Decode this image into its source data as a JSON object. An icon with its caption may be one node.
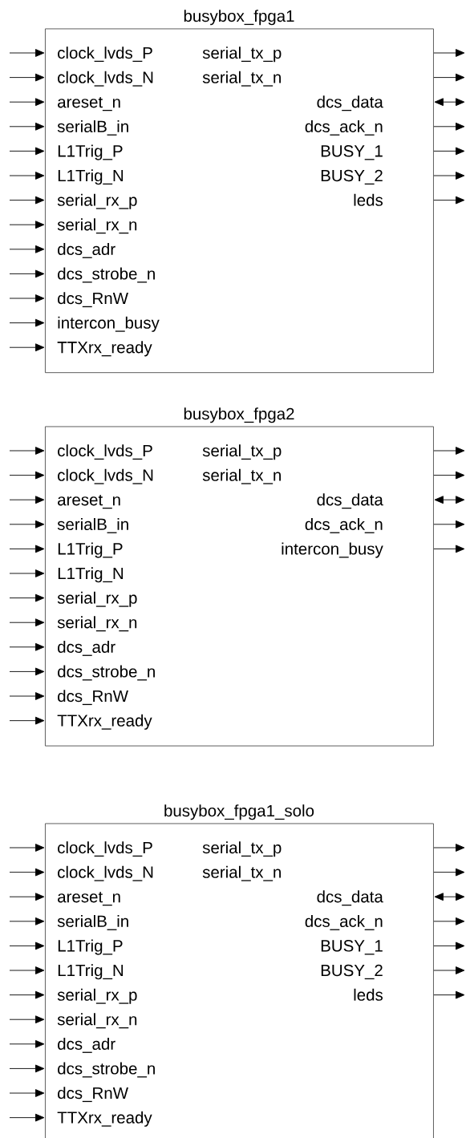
{
  "diagram": {
    "nodes": [
      {
        "text": [
          "busybox_fpga1",
          "clock_lvds_P",
          "clock_lvds_N",
          "areset_n",
          "serialB_in",
          "L1Trig_P",
          "L1Trig_N",
          "serial_rx_p",
          "serial_rx_n",
          "dcs_adr",
          "dcs_strobe_n",
          "dcs_RnW",
          "intercon_busy",
          "TTXrx_ready",
          "serial_tx_p",
          "serial_tx_n",
          "dcs_data",
          "dcs_ack_n",
          "BUSY_1",
          "BUSY_2",
          "leds"
        ]
      },
      {
        "text": [
          "busybox_fpga2",
          "clock_lvds_P",
          "clock_lvds_N",
          "areset_n",
          "serialB_in",
          "L1Trig_P",
          "L1Trig_N",
          "serial_rx_p",
          "serial_rx_n",
          "dcs_adr",
          "dcs_strobe_n",
          "dcs_RnW",
          "TTXrx_ready",
          "serial_tx_p",
          "serial_tx_n",
          "dcs_data",
          "dcs_ack_n",
          "intercon_busy"
        ]
      },
      {
        "text": [
          "busybox_fpga1_solo",
          "clock_lvds_P",
          "clock_lvds_N",
          "areset_n",
          "serialB_in",
          "L1Trig_P",
          "L1Trig_N",
          "serial_rx_p",
          "serial_rx_n",
          "dcs_adr",
          "dcs_strobe_n",
          "dcs_RnW",
          "TTXrx_ready",
          "serial_tx_p",
          "serial_tx_n",
          "dcs_data",
          "dcs_ack_n",
          "BUSY_1",
          "BUSY_2",
          "leds"
        ]
      }
    ],
    "edges": [
      {
        "from": null,
        "to": 0,
        "arrow": "to"
      },
      {
        "from": null,
        "to": 0,
        "arrow": "to"
      },
      {
        "from": null,
        "to": 0,
        "arrow": "to"
      },
      {
        "from": null,
        "to": 0,
        "arrow": "to"
      },
      {
        "from": null,
        "to": 0,
        "arrow": "to"
      },
      {
        "from": null,
        "to": 0,
        "arrow": "to"
      },
      {
        "from": null,
        "to": 0,
        "arrow": "to"
      },
      {
        "from": null,
        "to": 0,
        "arrow": "to"
      },
      {
        "from": null,
        "to": 0,
        "arrow": "to"
      },
      {
        "from": null,
        "to": 0,
        "arrow": "to"
      },
      {
        "from": null,
        "to": 0,
        "arrow": "to"
      },
      {
        "from": null,
        "to": 0,
        "arrow": "to"
      },
      {
        "from": null,
        "to": 0,
        "arrow": "to"
      },
      {
        "from": 0,
        "to": null,
        "arrow": "to"
      },
      {
        "from": 0,
        "to": null,
        "arrow": "to"
      },
      {
        "from": 0,
        "to": null,
        "arrow": "both"
      },
      {
        "from": 0,
        "to": null,
        "arrow": "to"
      },
      {
        "from": 0,
        "to": null,
        "arrow": "to"
      },
      {
        "from": 0,
        "to": null,
        "arrow": "to"
      },
      {
        "from": 0,
        "to": null,
        "arrow": "to"
      },
      {
        "from": null,
        "to": 1,
        "arrow": "to"
      },
      {
        "from": null,
        "to": 1,
        "arrow": "to"
      },
      {
        "from": null,
        "to": 1,
        "arrow": "to"
      },
      {
        "from": null,
        "to": 1,
        "arrow": "to"
      },
      {
        "from": null,
        "to": 1,
        "arrow": "to"
      },
      {
        "from": null,
        "to": 1,
        "arrow": "to"
      },
      {
        "from": null,
        "to": 1,
        "arrow": "to"
      },
      {
        "from": null,
        "to": 1,
        "arrow": "to"
      },
      {
        "from": null,
        "to": 1,
        "arrow": "to"
      },
      {
        "from": null,
        "to": 1,
        "arrow": "to"
      },
      {
        "from": null,
        "to": 1,
        "arrow": "to"
      },
      {
        "from": null,
        "to": 1,
        "arrow": "to"
      },
      {
        "from": 1,
        "to": null,
        "arrow": "to"
      },
      {
        "from": 1,
        "to": null,
        "arrow": "to"
      },
      {
        "from": 1,
        "to": null,
        "arrow": "both"
      },
      {
        "from": 1,
        "to": null,
        "arrow": "to"
      },
      {
        "from": 1,
        "to": null,
        "arrow": "to"
      },
      {
        "from": null,
        "to": 2,
        "arrow": "to"
      },
      {
        "from": null,
        "to": 2,
        "arrow": "to"
      },
      {
        "from": null,
        "to": 2,
        "arrow": "to"
      },
      {
        "from": null,
        "to": 2,
        "arrow": "to"
      },
      {
        "from": null,
        "to": 2,
        "arrow": "to"
      },
      {
        "from": null,
        "to": 2,
        "arrow": "to"
      },
      {
        "from": null,
        "to": 2,
        "arrow": "to"
      },
      {
        "from": null,
        "to": 2,
        "arrow": "to"
      },
      {
        "from": null,
        "to": 2,
        "arrow": "to"
      },
      {
        "from": null,
        "to": 2,
        "arrow": "to"
      },
      {
        "from": null,
        "to": 2,
        "arrow": "to"
      },
      {
        "from": null,
        "to": 2,
        "arrow": "to"
      },
      {
        "from": 2,
        "to": null,
        "arrow": "to"
      },
      {
        "from": 2,
        "to": null,
        "arrow": "to"
      },
      {
        "from": 2,
        "to": null,
        "arrow": "both"
      },
      {
        "from": 2,
        "to": null,
        "arrow": "to"
      },
      {
        "from": 2,
        "to": null,
        "arrow": "to"
      },
      {
        "from": 2,
        "to": null,
        "arrow": "to"
      },
      {
        "from": 2,
        "to": null,
        "arrow": "to"
      }
    ]
  }
}
